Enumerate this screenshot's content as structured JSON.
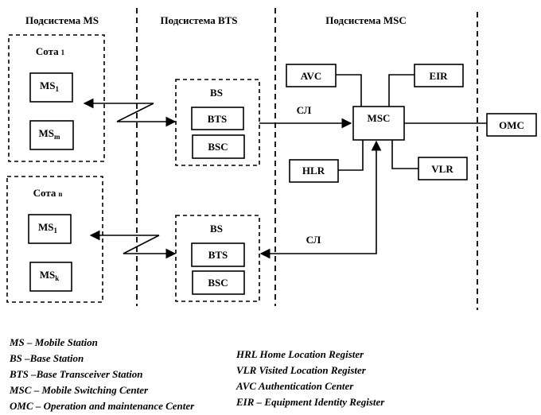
{
  "headers": {
    "ms": "Подсистема MS",
    "bts": "Подсистема BTS",
    "msc": "Подсистема MSC"
  },
  "cells": {
    "cell1": {
      "label": "Сота",
      "sub": "1",
      "ms_top": "MS",
      "ms_top_sub": "1",
      "ms_bottom": "MS",
      "ms_bottom_sub": "m"
    },
    "celln": {
      "label": "Сота",
      "sub": "n",
      "ms_top": "MS",
      "ms_top_sub": "1",
      "ms_bottom": "MS",
      "ms_bottom_sub": "k"
    }
  },
  "stations": {
    "bs_top": {
      "label": "BS",
      "bts": "BTS",
      "bsc": "BSC"
    },
    "bs_bottom": {
      "label": "BS",
      "bts": "BTS",
      "bsc": "BSC"
    }
  },
  "msc_nodes": {
    "msc": "MSC",
    "avc": "AVC",
    "eir": "EIR",
    "hlr": "HLR",
    "vlr": "VLR",
    "omc": "OMC"
  },
  "links": {
    "sl_top": "СЛ",
    "sl_bottom": "СЛ"
  },
  "legend_left": [
    "MS – Mobile Station",
    "BS –Base Station",
    "BTS –Base Transceiver Station",
    "MSC – Mobile Switching Center",
    "OMC – Operation and maintenance Center"
  ],
  "legend_right": [
    "HRL Home Location Register",
    "VLR Visited Location Register",
    "AVC Authentication Center",
    "EIR – Equipment Identity Register"
  ]
}
